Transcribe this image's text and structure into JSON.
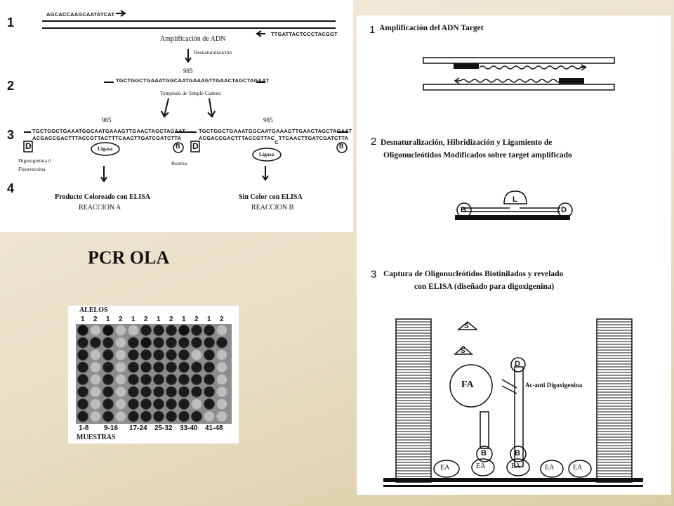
{
  "diagram_left": {
    "step_numbers": [
      "1",
      "2",
      "3",
      "4"
    ],
    "seq_top": "AGCACCAAGCAATATCAT",
    "seq_top_right": "TTGATTACTCCCTACGGT",
    "amplificacion": "Amplificación de ADN",
    "desnaturalizacion": "Desnaturalización",
    "pos_985": "985",
    "seq_step2": "TGCTGGCTGAAATGGCAATGAAAGTTGAACTAGCTAGAAT",
    "templado": "Templado de Simple Cadena",
    "seq_a_top": "TGCTGGCTGAAATGGCAATGAAAGTTGAACTAGCTAGAAT",
    "seq_a_bottom": "ACGACCGACTTTACCGTTACTTTCAACTTGATCGATCTTA",
    "seq_b_top": "TGCTGGCTGAAATGGCAATGAAAGTTGAACTAGCTAGAAT",
    "seq_b_bottom_1": "ACGACCGACTTTACCGTTAC",
    "seq_b_mismatch": "C",
    "seq_b_bottom_2": "TTCAACTTGATCGATCTTA",
    "ligasa": "Ligasa",
    "d_marker": "D",
    "b_marker": "B",
    "digoxigenina": "Digoxigenina ó",
    "fluoresceina": "Fluoresceina",
    "biotina": "Biotina",
    "producto": "Producto Coloreado con ELISA",
    "reaccion_a": "REACCION A",
    "sin_color": "Sin Color con ELISA",
    "reaccion_b": "REACCION B"
  },
  "title": "PCR OLA",
  "plate": {
    "alelos_label": "ALELOS",
    "allele_numbers": [
      "1",
      "2",
      "1",
      "2",
      "1",
      "2",
      "1",
      "2",
      "1",
      "2",
      "1",
      "2"
    ],
    "sample_ranges": [
      "1-8",
      "9-16",
      "17-24",
      "25-32",
      "33-40",
      "41-48"
    ],
    "muestras_label": "MUESTRAS",
    "wells": [
      [
        2,
        0,
        2,
        0,
        0,
        1,
        1,
        1,
        2,
        1,
        1,
        0
      ],
      [
        1,
        1,
        1,
        0,
        1,
        2,
        1,
        1,
        1,
        1,
        1,
        1
      ],
      [
        1,
        0,
        1,
        0,
        1,
        1,
        1,
        1,
        1,
        0,
        1,
        0
      ],
      [
        1,
        0,
        1,
        0,
        1,
        1,
        1,
        1,
        1,
        1,
        1,
        0
      ],
      [
        1,
        0,
        1,
        0,
        1,
        1,
        1,
        1,
        1,
        1,
        1,
        0
      ],
      [
        1,
        0,
        1,
        0,
        1,
        1,
        1,
        1,
        1,
        1,
        1,
        0
      ],
      [
        1,
        0,
        1,
        0,
        1,
        1,
        1,
        1,
        1,
        0,
        1,
        0
      ],
      [
        1,
        0,
        1,
        0,
        1,
        1,
        1,
        1,
        1,
        1,
        0,
        0
      ]
    ]
  },
  "diagram_right": {
    "step1_num": "1",
    "step1_title": "Amplificación  del ADN Target",
    "step2_num": "2",
    "step2_title_1": "Desnaturalización, Hibridización y Ligamiento de",
    "step2_title_2": "Oligonucleótidos Modificados sobre target amplificado",
    "step3_num": "3",
    "step3_title_1": "Captura de Oligonucleótidos Biotinilados y revelado",
    "step3_title_2": "con ELISA (diseñado para digoxigenina)",
    "l_label": "L",
    "b_label": "B",
    "d_label": "D",
    "s_label": "S",
    "fa_label": "FA",
    "antibody_label": "Ac-anti Digoxigenina",
    "ea_label": "EA"
  }
}
